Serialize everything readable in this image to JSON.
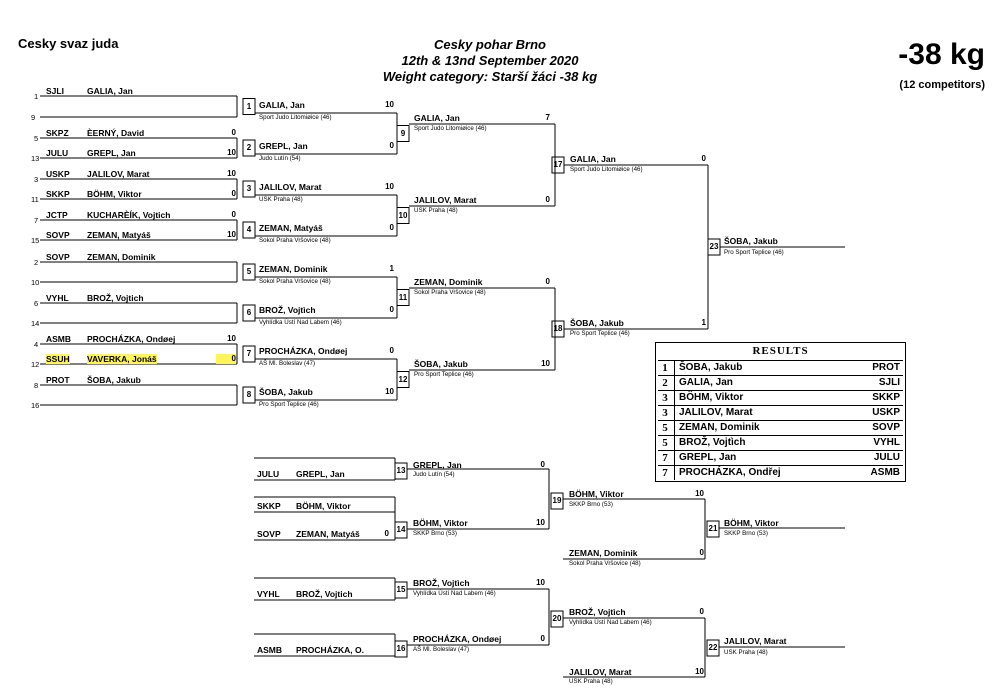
{
  "header": {
    "federation": "Cesky svaz juda",
    "title": "Cesky pohar Brno",
    "dates": "12th & 13nd September 2020",
    "category_line": "Weight category: Starší žáci -38 kg",
    "weight": "-38 kg",
    "competitors": "(12 competitors)"
  },
  "draw": [
    {
      "num": "1",
      "club": "SJLI",
      "name": "GALIA, Jan",
      "score": ""
    },
    {
      "num": "9",
      "club": "",
      "name": "",
      "score": ""
    },
    {
      "num": "5",
      "club": "SKPZ",
      "name": "ÈERNÝ, David",
      "score": "0"
    },
    {
      "num": "13",
      "club": "JULU",
      "name": "GREPL, Jan",
      "score": "10"
    },
    {
      "num": "3",
      "club": "USKP",
      "name": "JALILOV, Marat",
      "score": "10"
    },
    {
      "num": "11",
      "club": "SKKP",
      "name": "BÖHM, Viktor",
      "score": "0"
    },
    {
      "num": "7",
      "club": "JCTP",
      "name": "KUCHARÈÍK, Vojtich",
      "score": "0"
    },
    {
      "num": "15",
      "club": "SOVP",
      "name": "ZEMAN, Matyáš",
      "score": "10"
    },
    {
      "num": "2",
      "club": "SOVP",
      "name": "ZEMAN, Dominik",
      "score": ""
    },
    {
      "num": "10",
      "club": "",
      "name": "",
      "score": ""
    },
    {
      "num": "6",
      "club": "VYHL",
      "name": "BROŽ, Vojtich",
      "score": ""
    },
    {
      "num": "14",
      "club": "",
      "name": "",
      "score": ""
    },
    {
      "num": "4",
      "club": "ASMB",
      "name": "PROCHÁZKA, Ondøej",
      "score": "10"
    },
    {
      "num": "12",
      "club": "SSUH",
      "name": "VAVERKA, Jonáš",
      "score": "0",
      "highlight": true
    },
    {
      "num": "8",
      "club": "PROT",
      "name": "ŠOBA, Jakub",
      "score": ""
    },
    {
      "num": "16",
      "club": "",
      "name": "",
      "score": ""
    }
  ],
  "r1": [
    {
      "m": "1",
      "name": "GALIA, Jan",
      "club": "Sport Judo Litomiøice (46)",
      "score": "10"
    },
    {
      "m": "",
      "name": "GREPL, Jan",
      "club": "Judo Lutín (54)",
      "score": "0"
    },
    {
      "m": "2",
      "name": "",
      "club": "",
      "score": ""
    },
    {
      "m": "",
      "name": "JALILOV, Marat",
      "club": "USK Praha (48)",
      "score": "10"
    },
    {
      "m": "3",
      "name": "",
      "club": "",
      "score": ""
    },
    {
      "m": "",
      "name": "ZEMAN, Matyáš",
      "club": "Sokol Praha Vršovice (48)",
      "score": "0"
    },
    {
      "m": "4",
      "name": "",
      "club": "",
      "score": ""
    },
    {
      "m": "5",
      "name": "ZEMAN, Dominik",
      "club": "Sokol Praha Vršovice (48)",
      "score": "1"
    },
    {
      "m": "",
      "name": "BROŽ, Vojtìch",
      "club": "Vyhlídka Ústí Nad Labem (46)",
      "score": "0"
    },
    {
      "m": "6",
      "name": "",
      "club": "",
      "score": ""
    },
    {
      "m": "7",
      "name": "PROCHÁZKA, Ondøej",
      "club": "AŠ Ml. Boleslav (47)",
      "score": "0"
    },
    {
      "m": "",
      "name": "ŠOBA, Jakub",
      "club": "Pro Sport Teplice (46)",
      "score": "10"
    },
    {
      "m": "8",
      "name": "",
      "club": "",
      "score": ""
    }
  ],
  "r2": [
    {
      "m": "9",
      "name": "GALIA, Jan",
      "club": "Sport Judo Litomiøice (46)",
      "score": "7"
    },
    {
      "m": "10",
      "name": "JALILOV, Marat",
      "club": "USK Praha (48)",
      "score": "0"
    },
    {
      "m": "11",
      "name": "ZEMAN, Dominik",
      "club": "Sokol Praha Vršovice (48)",
      "score": "0"
    },
    {
      "m": "12",
      "name": "ŠOBA, Jakub",
      "club": "Pro Sport Teplice (46)",
      "score": "10"
    }
  ],
  "r3": [
    {
      "m": "17",
      "name": "GALIA, Jan",
      "club": "Sport Judo Litomiøice (46)",
      "score": "0"
    },
    {
      "m": "18",
      "name": "ŠOBA, Jakub",
      "club": "Pro Sport Teplice (46)",
      "score": "1"
    }
  ],
  "final": {
    "m": "23",
    "name": "ŠOBA, Jakub",
    "club": "Pro Sport Teplice (46)"
  },
  "repechage_entries": [
    {
      "club": "JULU",
      "name": "GREPL, Jan",
      "score": ""
    },
    {
      "club": "SKKP",
      "name": "BÖHM, Viktor",
      "score": ""
    },
    {
      "club": "SOVP",
      "name": "ZEMAN, Matyáš",
      "score": "0"
    },
    {
      "club": "VYHL",
      "name": "BROŽ, Vojtich",
      "score": ""
    },
    {
      "club": "ASMB",
      "name": "PROCHÁZKA, O.",
      "score": ""
    }
  ],
  "repechage": [
    {
      "m": "13",
      "name": "GREPL, Jan",
      "club": "Judo Lutín (54)",
      "score": "0"
    },
    {
      "m": "14",
      "name": "BÖHM, Viktor",
      "club": "SKKP Brno (53)",
      "score": "10"
    },
    {
      "m": "19",
      "name": "BÖHM, Viktor",
      "club": "SKKP Brno (53)",
      "score": "10"
    },
    {
      "m": "",
      "name": "ZEMAN, Dominik",
      "club": "Sokol Praha Vršovice (48)",
      "score": "0"
    },
    {
      "m": "21",
      "name": "BÖHM, Viktor",
      "club": "SKKP Brno (53)",
      "score": ""
    },
    {
      "m": "15",
      "name": "BROŽ, Vojtìch",
      "club": "Vyhlídka Ústí Nad Labem (46)",
      "score": "10"
    },
    {
      "m": "16",
      "name": "PROCHÁZKA, Ondøej",
      "club": "AŠ Ml. Boleslav (47)",
      "score": "0"
    },
    {
      "m": "20",
      "name": "BROŽ, Vojtìch",
      "club": "Vyhlídka Ústí Nad Labem (46)",
      "score": "0"
    },
    {
      "m": "",
      "name": "JALILOV, Marat",
      "club": "USK Praha (48)",
      "score": "10"
    },
    {
      "m": "22",
      "name": "JALILOV, Marat",
      "club": "USK Praha (48)",
      "score": ""
    }
  ],
  "results": {
    "title": "RESULTS",
    "rows": [
      {
        "place": "1",
        "name": "ŠOBA, Jakub",
        "club": "PROT"
      },
      {
        "place": "2",
        "name": "GALIA, Jan",
        "club": "SJLI"
      },
      {
        "place": "3",
        "name": "BÖHM, Viktor",
        "club": "SKKP"
      },
      {
        "place": "3",
        "name": "JALILOV, Marat",
        "club": "USKP"
      },
      {
        "place": "5",
        "name": "ZEMAN, Dominik",
        "club": "SOVP"
      },
      {
        "place": "5",
        "name": "BROŽ, Vojtìch",
        "club": "VYHL"
      },
      {
        "place": "7",
        "name": "GREPL, Jan",
        "club": "JULU"
      },
      {
        "place": "7",
        "name": "PROCHÁZKA, Ondřej",
        "club": "ASMB"
      }
    ]
  }
}
